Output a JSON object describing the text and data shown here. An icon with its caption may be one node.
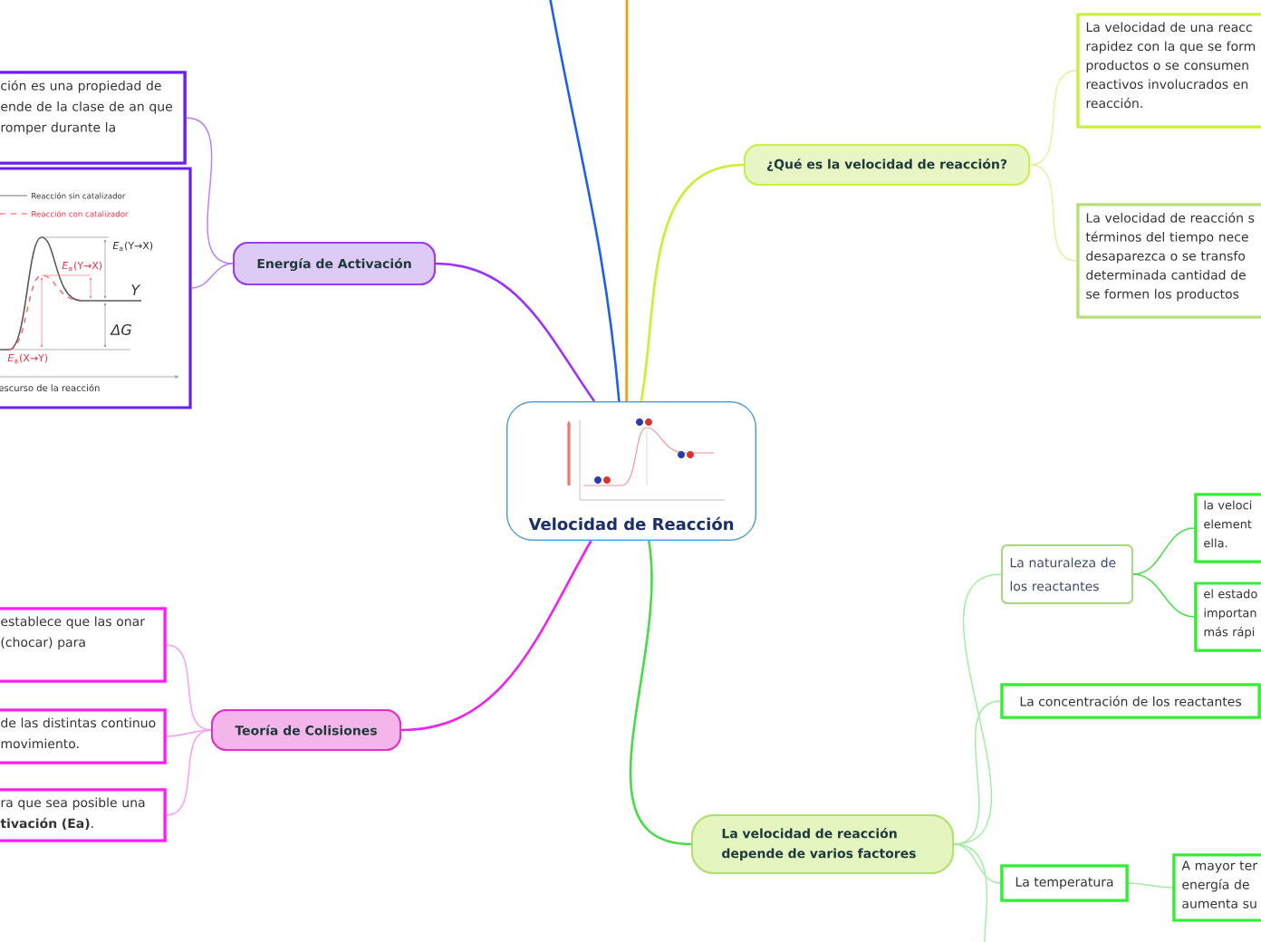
{
  "diagram": {
    "nodes": [
      {
        "text": [
          "Velocidad de Reacción"
        ]
      },
      {
        "text": [
          "Energía de Activación"
        ]
      },
      {
        "text": [
          "ción es una propiedad de ende de la clase de an que romper durante la"
        ]
      },
      {
        "text": [
          "Reacción sin catalizador",
          "Reacción con catalizador",
          "*E*$_{a}$(Y→X)",
          "*E*$_{a}$(Y→X)",
          "Y",
          "ΔG",
          "*E*$_{a}$(X→Y)",
          "escurso de la reacción"
        ]
      },
      {
        "text": [
          "Teoría de Colisiones"
        ]
      },
      {
        "text": [
          "establece que las onar (chocar) para"
        ]
      },
      {
        "text": [
          "de las distintas continuo movimiento."
        ]
      },
      {
        "text": [
          "ra que sea posible una **tivación (Ea)**."
        ]
      },
      {
        "text": [
          "¿Qué es la velocidad de reacción?"
        ]
      },
      {
        "text": [
          "La velocidad de una reacc rapidez con la que se form productos o se consumen reactivos involucrados en reacción."
        ]
      },
      {
        "text": [
          "La velocidad de reacción s términos del tiempo nece desaparezca o se transfo determinada cantidad de se formen los productos"
        ]
      },
      {
        "text": [
          "La velocidad de reacción depende de varios factores"
        ]
      },
      {
        "text": [
          "La naturaleza de los reactantes"
        ]
      },
      {
        "text": [
          "la veloci element ella."
        ]
      },
      {
        "text": [
          "el estado importan más rápi"
        ]
      },
      {
        "text": [
          "La concentración de los reactantes"
        ]
      },
      {
        "text": [
          "La temperatura"
        ]
      },
      {
        "text": [
          "A mayor ter energía de aumenta su"
        ]
      }
    ],
    "edges": [
      {
        "from": 0,
        "to": null,
        "arrow": "none",
        "color": "#1f5ff0"
      },
      {
        "from": 0,
        "to": null,
        "arrow": "none",
        "color": "#ff9900"
      },
      {
        "from": 0,
        "to": 1,
        "arrow": "none",
        "color": "#9b30ff"
      },
      {
        "from": 1,
        "to": 2,
        "arrow": "none",
        "color": "#b57cff"
      },
      {
        "from": 1,
        "to": 3,
        "arrow": "none",
        "color": "#b57cff"
      },
      {
        "from": 0,
        "to": 4,
        "arrow": "none",
        "color": "#ee22ee"
      },
      {
        "from": 4,
        "to": 5,
        "arrow": "none",
        "color": "#ff99f2"
      },
      {
        "from": 4,
        "to": 6,
        "arrow": "none",
        "color": "#ff99f2"
      },
      {
        "from": 4,
        "to": 7,
        "arrow": "none",
        "color": "#ff99f2"
      },
      {
        "from": 0,
        "to": 8,
        "arrow": "none",
        "color": "#c8f030"
      },
      {
        "from": 8,
        "to": 9,
        "arrow": "none",
        "color": "#e2f29a"
      },
      {
        "from": 8,
        "to": 10,
        "arrow": "none",
        "color": "#e2f29a"
      },
      {
        "from": 0,
        "to": 11,
        "arrow": "none",
        "color": "#44dd44"
      },
      {
        "from": 11,
        "to": 12,
        "arrow": "none",
        "color": "#9cee9c"
      },
      {
        "from": 11,
        "to": 15,
        "arrow": "none",
        "color": "#9cee9c"
      },
      {
        "from": 11,
        "to": 16,
        "arrow": "none",
        "color": "#9cee9c"
      },
      {
        "from": 11,
        "to": null,
        "arrow": "none",
        "color": "#9cee9c"
      },
      {
        "from": 12,
        "to": 13,
        "arrow": "none",
        "color": "#44dd44"
      },
      {
        "from": 12,
        "to": 14,
        "arrow": "none",
        "color": "#44dd44"
      },
      {
        "from": 16,
        "to": 17,
        "arrow": "none",
        "color": "#9cee9c"
      }
    ]
  }
}
